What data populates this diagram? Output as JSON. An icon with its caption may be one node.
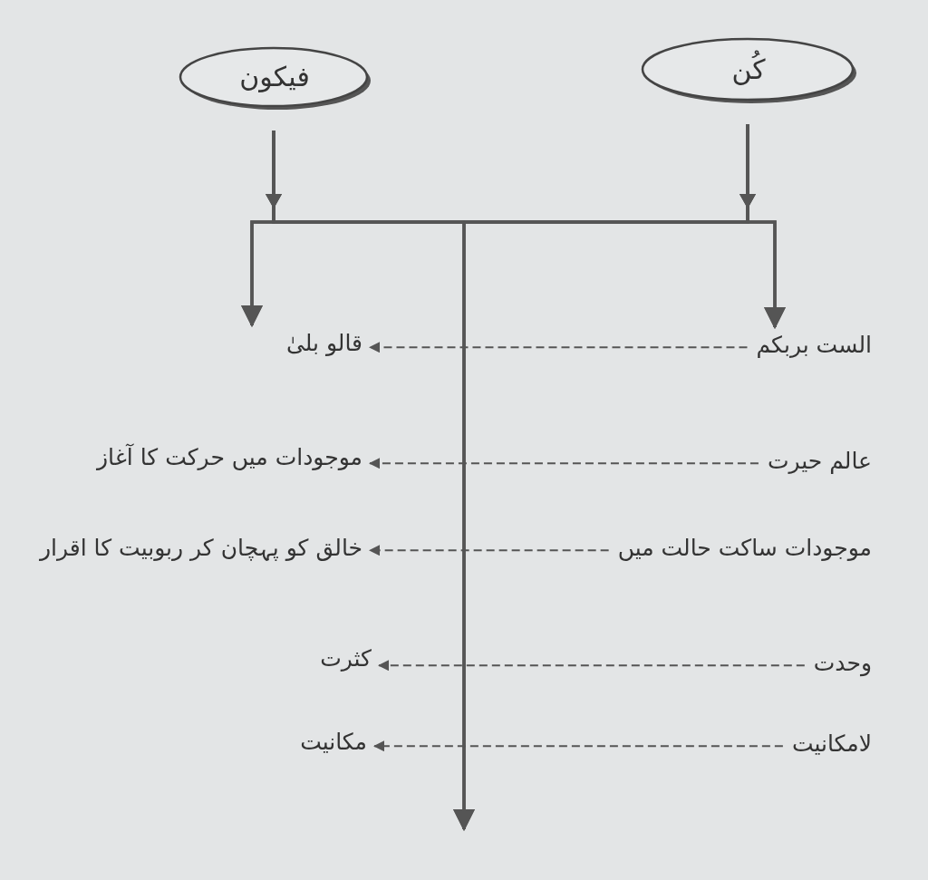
{
  "diagram": {
    "nodes": [
      {
        "text": [
          "کُن"
        ]
      },
      {
        "text": [
          "فیکون"
        ]
      },
      {
        "text": [
          "الست بربکم"
        ]
      },
      {
        "text": [
          "قالو بلیٰ"
        ]
      },
      {
        "text": [
          "عالم حیرت"
        ]
      },
      {
        "text": [
          "موجودات میں حرکت کا آغاز"
        ]
      },
      {
        "text": [
          "موجودات ساکت حالت میں"
        ]
      },
      {
        "text": [
          "خالق کو پہچان کر ربوبیت کا اقرار"
        ]
      },
      {
        "text": [
          "وحدت"
        ]
      },
      {
        "text": [
          "کثرت"
        ]
      },
      {
        "text": [
          "لامکانیت"
        ]
      },
      {
        "text": [
          "مکانیت"
        ]
      }
    ],
    "edges": [
      {
        "from": 0,
        "to": 2,
        "arrow": "to"
      },
      {
        "from": 0,
        "to": 3,
        "arrow": "to"
      },
      {
        "from": 0,
        "to": null,
        "arrow": "to"
      },
      {
        "from": 1,
        "to": 2,
        "arrow": "to"
      },
      {
        "from": 1,
        "to": 3,
        "arrow": "to"
      },
      {
        "from": 1,
        "to": null,
        "arrow": "to"
      },
      {
        "from": 2,
        "to": 3,
        "arrow": "to",
        "style": "dashed"
      },
      {
        "from": 4,
        "to": 5,
        "arrow": "to",
        "style": "dashed"
      },
      {
        "from": 6,
        "to": 7,
        "arrow": "to",
        "style": "dashed"
      },
      {
        "from": 8,
        "to": 9,
        "arrow": "to",
        "style": "dashed"
      },
      {
        "from": 10,
        "to": 11,
        "arrow": "to",
        "style": "dashed"
      }
    ]
  }
}
